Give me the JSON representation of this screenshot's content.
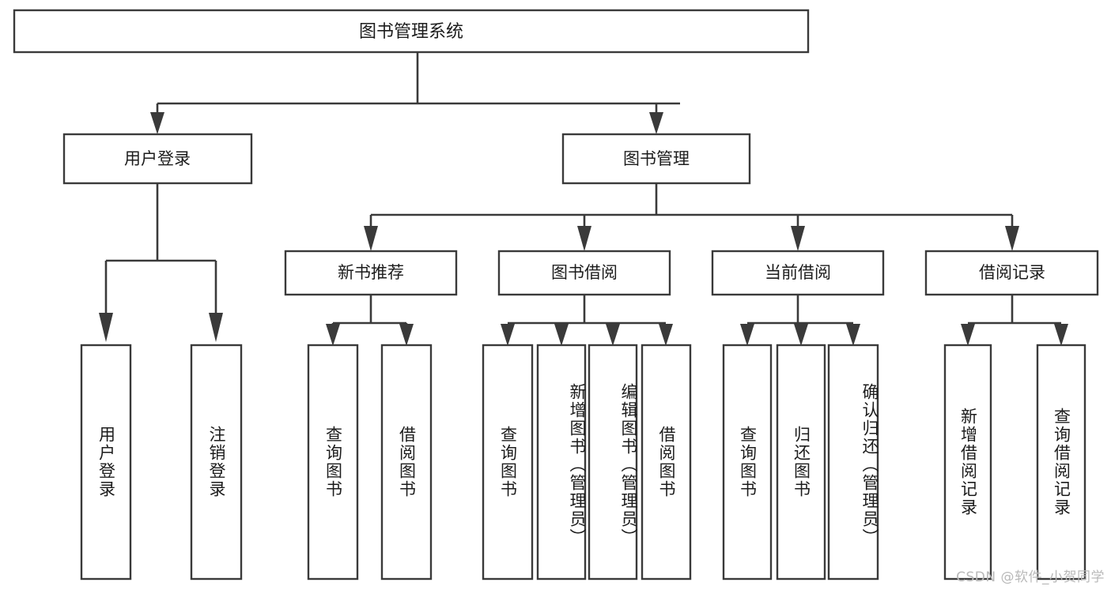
{
  "diagram": {
    "type": "tree",
    "title": "图书管理系统",
    "watermark": "CSDN @软件_小贺同学",
    "colors": {
      "stroke": "#3a3a3a",
      "fill": "#ffffff",
      "text": "#1c1c1c",
      "watermark": "#b9b9b9"
    },
    "root": {
      "label": "图书管理系统"
    },
    "level2": [
      {
        "label": "用户登录"
      },
      {
        "label": "图书管理"
      }
    ],
    "level3": [
      {
        "label": "新书推荐"
      },
      {
        "label": "图书借阅"
      },
      {
        "label": "当前借阅"
      },
      {
        "label": "借阅记录"
      }
    ],
    "leaves": {
      "user_login": [
        {
          "label": "用户登录"
        },
        {
          "label": "注销登录"
        }
      ],
      "new_book": [
        {
          "label": "查询图书"
        },
        {
          "label": "借阅图书"
        }
      ],
      "book_borrow": [
        {
          "label": "查询图书"
        },
        {
          "label": "新增图书（管理员）"
        },
        {
          "label": "编辑图书（管理员）"
        },
        {
          "label": "借阅图书"
        }
      ],
      "current_borrow": [
        {
          "label": "查询图书"
        },
        {
          "label": "归还图书"
        },
        {
          "label": "确认归还（管理员）"
        }
      ],
      "borrow_record": [
        {
          "label": "新增借阅记录"
        },
        {
          "label": "查询借阅记录"
        }
      ]
    }
  }
}
